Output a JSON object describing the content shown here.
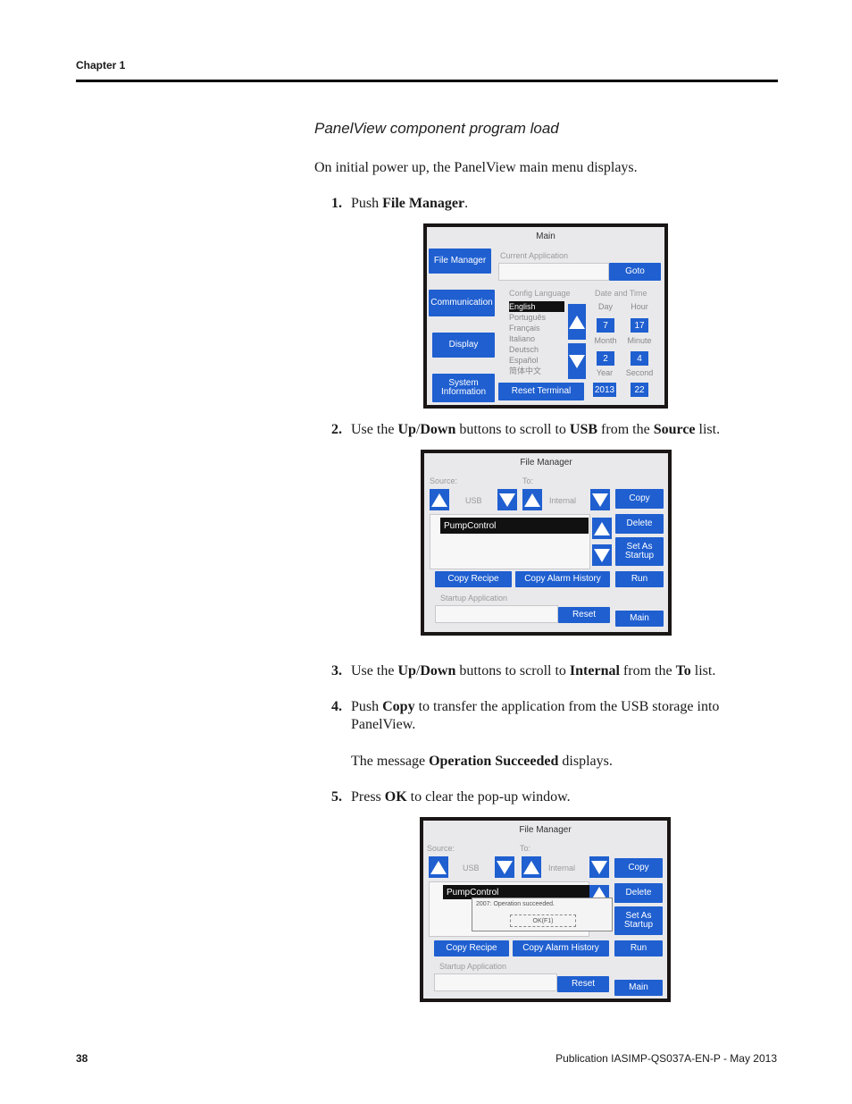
{
  "header": {
    "chapter": "Chapter 1"
  },
  "caption": "PanelView component program load",
  "intro": "On initial power up, the PanelView main menu displays.",
  "steps": [
    {
      "num": "1.",
      "parts": [
        "Push ",
        "File Manager",
        "."
      ]
    },
    {
      "num": "2.",
      "parts": [
        "Use the ",
        "Up",
        "/",
        "Down",
        " buttons to scroll to ",
        "USB",
        " from the ",
        "Source",
        " list."
      ]
    },
    {
      "num": "3.",
      "parts": [
        "Use the ",
        "Up",
        "/",
        "Down",
        " buttons to scroll to ",
        "Internal",
        " from the ",
        "To",
        " list."
      ]
    },
    {
      "num": "4.",
      "parts": [
        "Push ",
        "Copy",
        " to transfer the application from the USB storage into",
        "PanelView."
      ]
    },
    {
      "note": [
        "The message ",
        "Operation Succeeded",
        " displays."
      ]
    },
    {
      "num": "5.",
      "parts": [
        "Press ",
        "OK",
        " to clear the pop-up window."
      ]
    }
  ],
  "main_screen": {
    "title": "Main",
    "left_buttons": [
      "File Manager",
      "Communication",
      "Display",
      "System Information"
    ],
    "current_app_label": "Current Application",
    "goto": "Goto",
    "config_language_label": "Config Language",
    "languages": [
      "English",
      "Português",
      "Français",
      "Italiano",
      "Deutsch",
      "Español",
      "简体中文"
    ],
    "reset_terminal": "Reset Terminal",
    "date_time_label": "Date and Time",
    "day_label": "Day",
    "hour_label": "Hour",
    "month_label": "Month",
    "minute_label": "Minute",
    "year_label": "Year",
    "second_label": "Second",
    "day": "7",
    "hour": "17",
    "month": "2",
    "minute": "4",
    "year": "2013",
    "second": "22"
  },
  "file_manager": {
    "title": "File Manager",
    "source_label": "Source:",
    "to_label": "To:",
    "source_value": "USB",
    "to_value": "Internal",
    "file": "PumpControl",
    "copy": "Copy",
    "delete": "Delete",
    "set_as_startup": "Set As Startup",
    "run": "Run",
    "copy_recipe": "Copy Recipe",
    "copy_alarm_history": "Copy Alarm History",
    "startup_app_label": "Startup Application",
    "reset": "Reset",
    "main": "Main",
    "popup_message": "2007: Operation succeeded.",
    "popup_ok": "OK(F1)"
  },
  "footer": {
    "page": "38",
    "publication": "Publication IASIMP-QS037A-EN-P - May 2013"
  }
}
